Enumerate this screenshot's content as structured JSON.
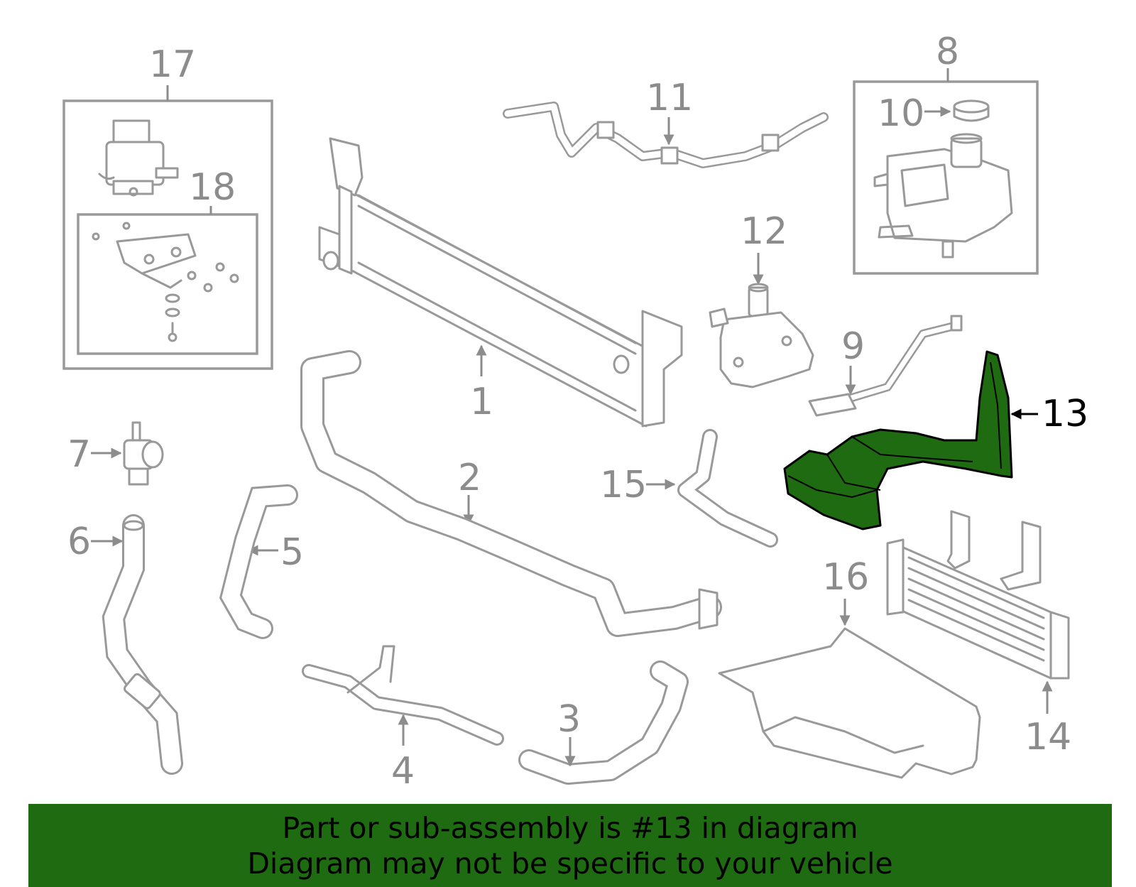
{
  "diagram": {
    "highlight_part": "13",
    "highlight_color": "#1e6b12",
    "line_color": "#999999",
    "label_color": "#8c8c8c",
    "labels": {
      "p1": "1",
      "p2": "2",
      "p3": "3",
      "p4": "4",
      "p5": "5",
      "p6": "6",
      "p7": "7",
      "p8": "8",
      "p9": "9",
      "p10": "10",
      "p11": "11",
      "p12": "12",
      "p13": "13",
      "p14": "14",
      "p15": "15",
      "p16": "16",
      "p17": "17",
      "p18": "18"
    }
  },
  "banner": {
    "line1": "Part or sub-assembly is #13 in diagram",
    "line2": "Diagram may not be specific to your vehicle",
    "background": "#1e6b12",
    "text_color": "#000000"
  }
}
